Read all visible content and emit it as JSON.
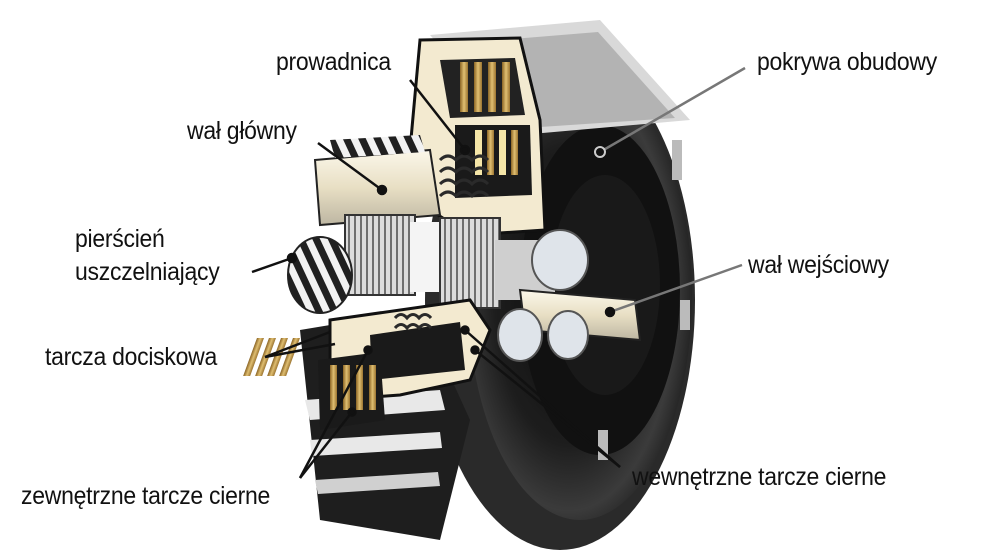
{
  "diagram": {
    "subject": "cutaway of a multi-plate wet clutch assembly",
    "colors": {
      "background": "#ffffff",
      "label_text": "#111111",
      "leader_line": "#111111",
      "housing_dark": "#1b1b1b",
      "housing_mid": "#3a3a3a",
      "metal_light": "#e9e6dc",
      "cream": "#f3ead0",
      "friction_gold": "#b58a3a",
      "steel_grey": "#9c9c9c"
    },
    "labels": {
      "prowadnica": "prowadnica",
      "pokrywa_obudowy": "pokrywa obudowy",
      "wal_glowny": "wał główny",
      "pierscien_line1": "pierścień",
      "pierscien_line2": "uszczelniający",
      "wal_wejsciowy": "wał wejściowy",
      "tarcza_dociskowa": "tarcza dociskowa",
      "zewnetrzne_tarcze": "zewnętrzne tarcze cierne",
      "wewnetrzne_tarcze": "wewnętrzne tarcze cierne"
    }
  }
}
